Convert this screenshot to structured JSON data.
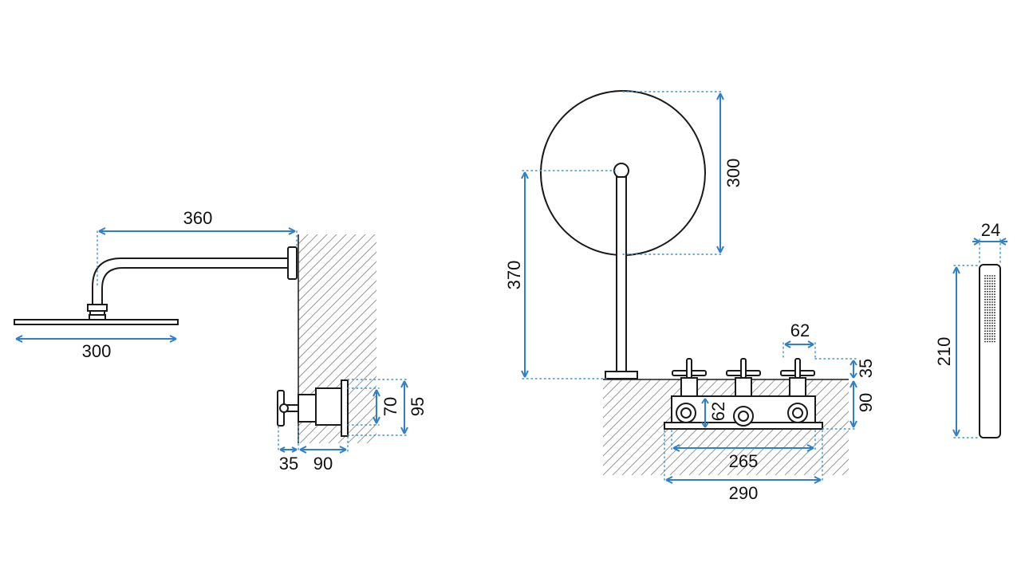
{
  "colors": {
    "outline": "#1a1a1a",
    "dimension_line": "#2f80c8",
    "hatch": "#9a9a9a",
    "background": "#ffffff"
  },
  "dimensions": {
    "side_view": {
      "arm_length": "360",
      "head_diameter": "300",
      "valve_projection": "35",
      "valve_depth": "90",
      "plate_height_inner": "70",
      "plate_height_outer": "95"
    },
    "front_view": {
      "head_diameter": "300",
      "arm_height": "370",
      "handle_spacing": "62",
      "handle_height": "35",
      "box_height": "90",
      "knob_spacing": "62",
      "box_width": "265",
      "plate_width": "290"
    },
    "hand_shower": {
      "width": "24",
      "length": "210"
    }
  }
}
